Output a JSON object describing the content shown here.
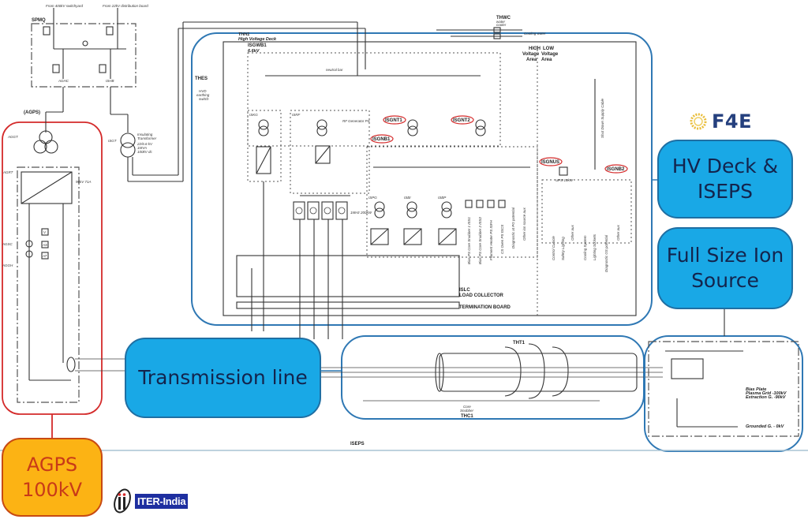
{
  "slide": {
    "top_left_network": {
      "sources": [
        "From 400kV switchyard",
        "From 22kV distribution board"
      ],
      "block_label": "SPMQ",
      "feeders": [
        "AGHC",
        "ISHB"
      ],
      "output_label": "(AGPS)"
    },
    "agps_section": {
      "transformer_label": "AGGT",
      "rectifier_label": "AGRT",
      "rectifier_rating": "96kV 71A",
      "meter_labels": [
        "V",
        "AS",
        "AT"
      ],
      "component_labels": [
        "AGSC",
        "AGGH"
      ]
    },
    "isolation_transformer": {
      "label": "ISGT",
      "desc_lines": [
        "Insulating",
        "Transformer",
        "22/6.6 kV",
        "1MVA",
        "100kV dc"
      ]
    },
    "hv_deck": {
      "title": "THH1",
      "subtitle": "High Voltage Deck",
      "busbar_label": "ISGWB1",
      "busbar_rating": "6.6kV",
      "earthing_switch": "THES",
      "earthing_desc": [
        "HVD",
        "earthing",
        "switch"
      ],
      "neutral_bar": "neutral bar",
      "water_unit": "THWC",
      "water_desc": [
        "water",
        "cooler"
      ],
      "cooling_label": "Cooling water",
      "area_high": [
        "HIGH",
        "Voltage",
        "Area"
      ],
      "area_low": [
        "LOW",
        "Voltage",
        "Area"
      ],
      "shutdown_cable": "Shut Down Supply Cable",
      "isekg": "ISKG",
      "isrf": "ISRF",
      "generator_label": "RF Generator PS",
      "ring_labels": [
        "ISGNT1",
        "ISGNT2",
        "ISGNB1",
        "ISGNUS",
        "ISGNB2"
      ],
      "psu_labels": [
        "ISPG",
        "ISBI",
        "ISBP"
      ],
      "load_collector": [
        "ISLC",
        "LOAD COLLECTOR"
      ],
      "termination_board": "TERMINATION BOARD",
      "ups_label": "UPS 10kW",
      "rf_rating": "1MHz 200kW",
      "feeders_hv": [
        "Bias PS Core Snubber 1 ISS1",
        "Bias PS Core Snubber 2 ISS2",
        "Filament Heater PS ISFH",
        "CS Oven PS ISCS",
        "Diagnostic at PG potential",
        "Other ion source aux"
      ],
      "feeders_lv": [
        "Control Cubicle",
        "Safety Lighting",
        "Other aux",
        "Cooling System",
        "Lighting Sockets",
        "Diagnostic GS potential",
        "Other aux"
      ]
    },
    "transmission": {
      "title": "Transmission line",
      "component": "THT1",
      "snubber": [
        "Core",
        "Snubber",
        "THC1"
      ]
    },
    "ion_source": {
      "grid_labels": [
        "Bias Plate",
        "Plasma Grid  -100kV",
        "Extraction G.  -90kV",
        "Grounded G.  -  0kV"
      ]
    },
    "footer_label": "ISEPS",
    "callouts": {
      "transmission": "Transmission line",
      "hv_deck": "HV Deck & ISEPS",
      "ion_source": "Full Size Ion Source",
      "agps": "AGPS\n100kV"
    },
    "logos": {
      "f4e": "F4E",
      "iter": "ITER-India"
    }
  }
}
